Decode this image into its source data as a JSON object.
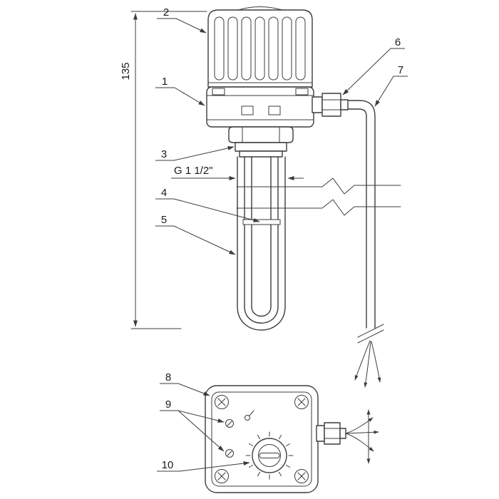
{
  "colors": {
    "background": "#ffffff",
    "line": "#3c3c3c",
    "text": "#1a1a1a"
  },
  "annotations": {
    "dimension_height": "135",
    "thread_spec": "G 1 1/2\"",
    "labels": {
      "l1": "1",
      "l2": "2",
      "l3": "3",
      "l4": "4",
      "l5": "5",
      "l6": "6",
      "l7": "7",
      "l8": "8",
      "l9": "9",
      "l10": "10"
    }
  }
}
